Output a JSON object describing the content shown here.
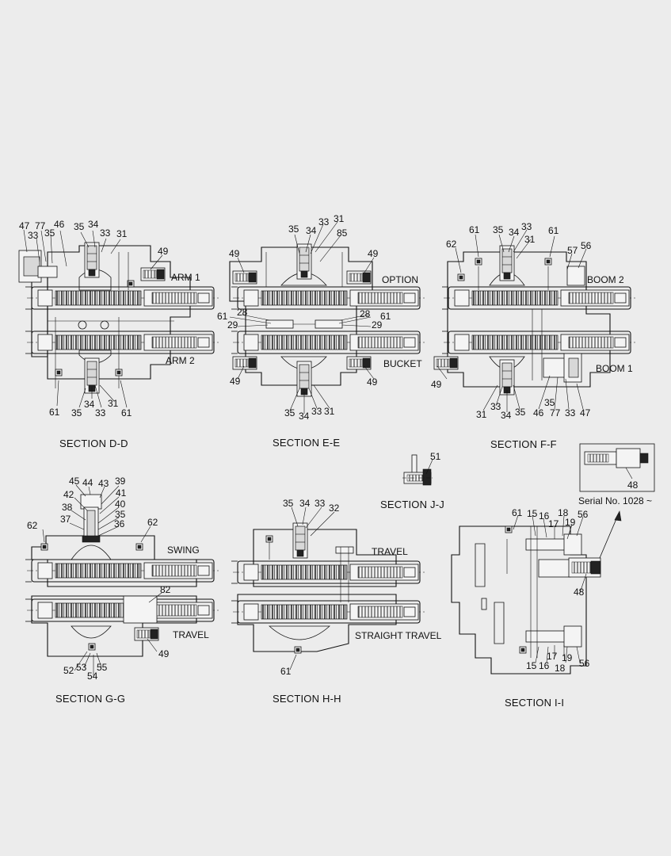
{
  "sections": {
    "dd": {
      "title": "SECTION  D-D",
      "labels": {
        "arm1": "ARM 1",
        "arm2": "ARM 2"
      },
      "callouts": {
        "c47": "47",
        "c77": "77",
        "c46": "46",
        "c33a": "33",
        "c35a": "35",
        "c35b": "35",
        "c34a": "34",
        "c33b": "33",
        "c31a": "31",
        "c49": "49",
        "c61a": "61",
        "c35c": "35",
        "c34b": "34",
        "c33c": "33",
        "c31b": "31",
        "c61b": "61"
      }
    },
    "ee": {
      "title": "SECTION  E-E",
      "labels": {
        "option": "OPTION",
        "bucket": "BUCKET"
      },
      "callouts": {
        "c33": "33",
        "c31": "31",
        "c35": "35",
        "c34": "34",
        "c85": "85",
        "c49a": "49",
        "c49b": "49",
        "c61a": "61",
        "c28a": "28",
        "c29a": "29",
        "c28b": "28",
        "c61b": "61",
        "c29b": "29",
        "c49c": "49",
        "c49d": "49",
        "c35b": "35",
        "c34b": "34",
        "c33b": "33",
        "c31b": "31"
      }
    },
    "ff": {
      "title": "SECTION  F-F",
      "labels": {
        "boom2": "BOOM 2",
        "boom1": "BOOM 1"
      },
      "callouts": {
        "c61a": "61",
        "c35": "35",
        "c34": "34",
        "c33": "33",
        "c61b": "61",
        "c31": "31",
        "c62": "62",
        "c57": "57",
        "c56": "56",
        "c49": "49",
        "c35b": "35",
        "c31b": "31",
        "c33b": "33",
        "c34b": "34",
        "c35c": "35",
        "c46": "46",
        "c77": "77",
        "c33c": "33",
        "c47": "47"
      }
    },
    "jj": {
      "title": "SECTION  J-J",
      "callouts": {
        "c51": "51"
      }
    },
    "gg": {
      "title": "SECTION  G-G",
      "labels": {
        "swing": "SWING",
        "travel": "TRAVEL"
      },
      "callouts": {
        "c45": "45",
        "c44": "44",
        "c43": "43",
        "c39": "39",
        "c42": "42",
        "c41": "41",
        "c38": "38",
        "c40": "40",
        "c37": "37",
        "c35": "35",
        "c36": "36",
        "c62a": "62",
        "c62b": "62",
        "c82": "82",
        "c49": "49",
        "c52": "52",
        "c53": "53",
        "c54": "54",
        "c55": "55"
      }
    },
    "hh": {
      "title": "SECTION  H-H",
      "labels": {
        "travel": "TRAVEL",
        "straight": "STRAIGHT TRAVEL"
      },
      "callouts": {
        "c35": "35",
        "c34": "34",
        "c33": "33",
        "c32": "32",
        "c61": "61"
      }
    },
    "ii": {
      "title": "SECTION  I-I",
      "serial": "Serial No. 1028 ~",
      "callouts": {
        "c61": "61",
        "c15a": "15",
        "c16a": "16",
        "c18a": "18",
        "c17a": "17",
        "c19a": "19",
        "c56a": "56",
        "c48a": "48",
        "c48b": "48",
        "c17b": "17",
        "c19b": "19",
        "c15b": "15",
        "c16b": "16",
        "c18b": "18",
        "c56b": "56"
      }
    }
  },
  "icons": [
    "spool-section-drawing",
    "relief-valve-inset",
    "arrow-icon"
  ]
}
